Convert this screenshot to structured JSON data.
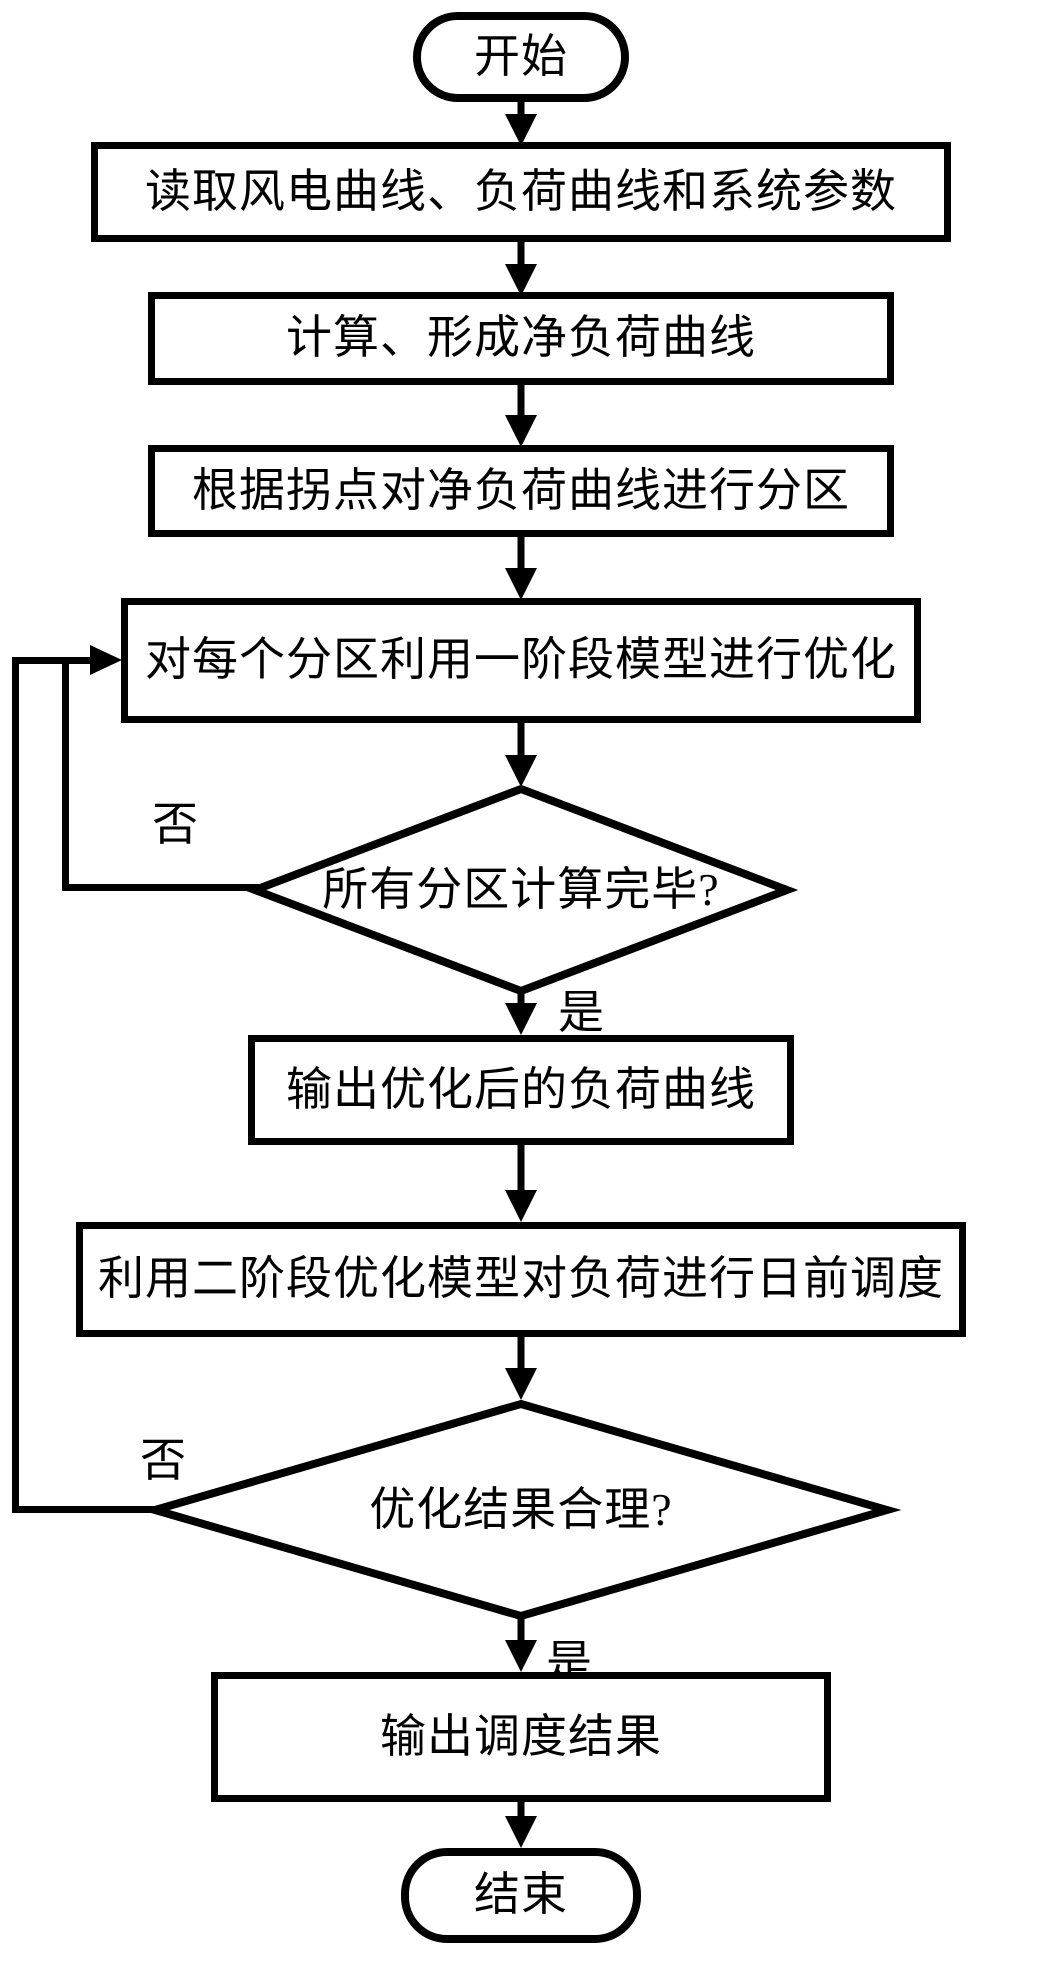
{
  "flowchart": {
    "type": "flowchart",
    "language": "zh-CN",
    "colors": {
      "stroke": "#000000",
      "fill": "#ffffff",
      "text": "#000000",
      "background": "#ffffff"
    },
    "nodes": {
      "start": {
        "type": "terminator",
        "label": "开始"
      },
      "read_data": {
        "type": "process",
        "label": "读取风电曲线、负荷曲线和系统参数"
      },
      "compute_net_load": {
        "type": "process",
        "label": "计算、形成净负荷曲线"
      },
      "partition_curve": {
        "type": "process",
        "label": "根据拐点对净负荷曲线进行分区"
      },
      "optimize_stage1": {
        "type": "process",
        "label": "对每个分区利用一阶段模型进行优化"
      },
      "check_partitions": {
        "type": "decision",
        "label": "所有分区计算完毕?"
      },
      "output_curve": {
        "type": "process",
        "label": "输出优化后的负荷曲线"
      },
      "stage2_schedule": {
        "type": "process",
        "label": "利用二阶段优化模型对负荷进行日前调度"
      },
      "check_result": {
        "type": "decision",
        "label": "优化结果合理?"
      },
      "output_result": {
        "type": "process",
        "label": "输出调度结果"
      },
      "end": {
        "type": "terminator",
        "label": "结束"
      }
    },
    "branch_labels": {
      "partitions_no": "否",
      "partitions_yes": "是",
      "result_no": "否",
      "result_yes": "是"
    }
  }
}
